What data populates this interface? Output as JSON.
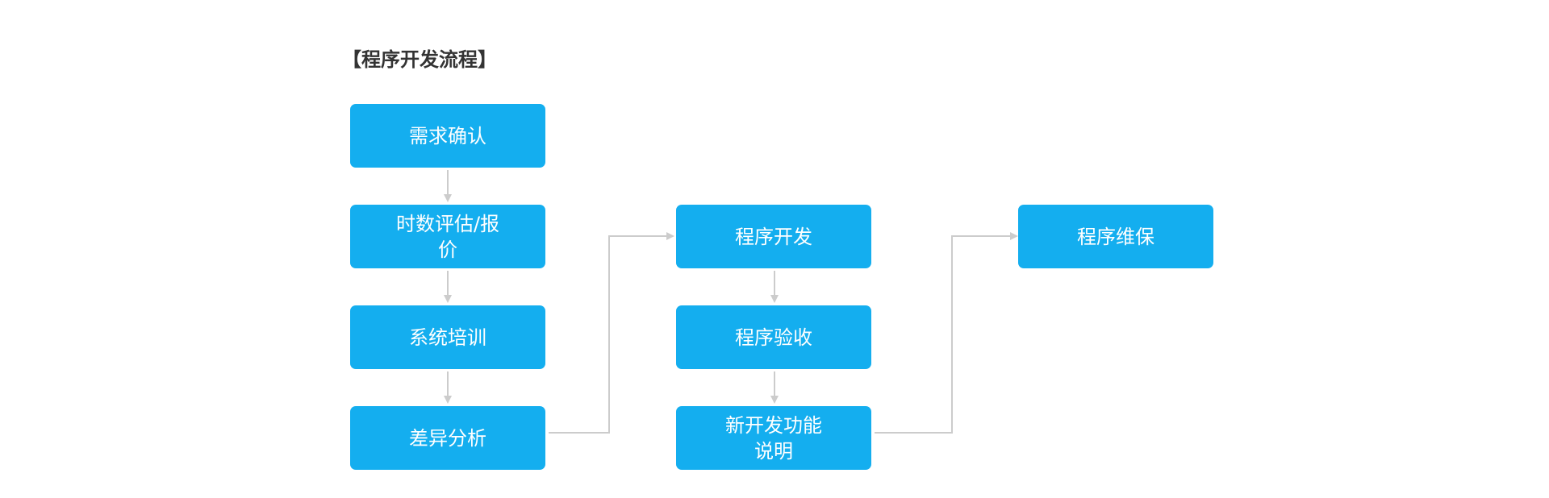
{
  "title": "【程序开发流程】",
  "colors": {
    "box_fill": "#14aeef",
    "box_text": "#ffffff",
    "title_text": "#333333",
    "connector": "#cccccc"
  },
  "steps": {
    "requirement_confirmation": "需求确认",
    "time_estimate_quote": "时数评估/报价",
    "system_training": "系统培训",
    "gap_analysis": "差异分析",
    "program_development": "程序开发",
    "program_acceptance": "程序验收",
    "new_feature_description": "新开发功能说明",
    "program_maintenance": "程序维保"
  }
}
